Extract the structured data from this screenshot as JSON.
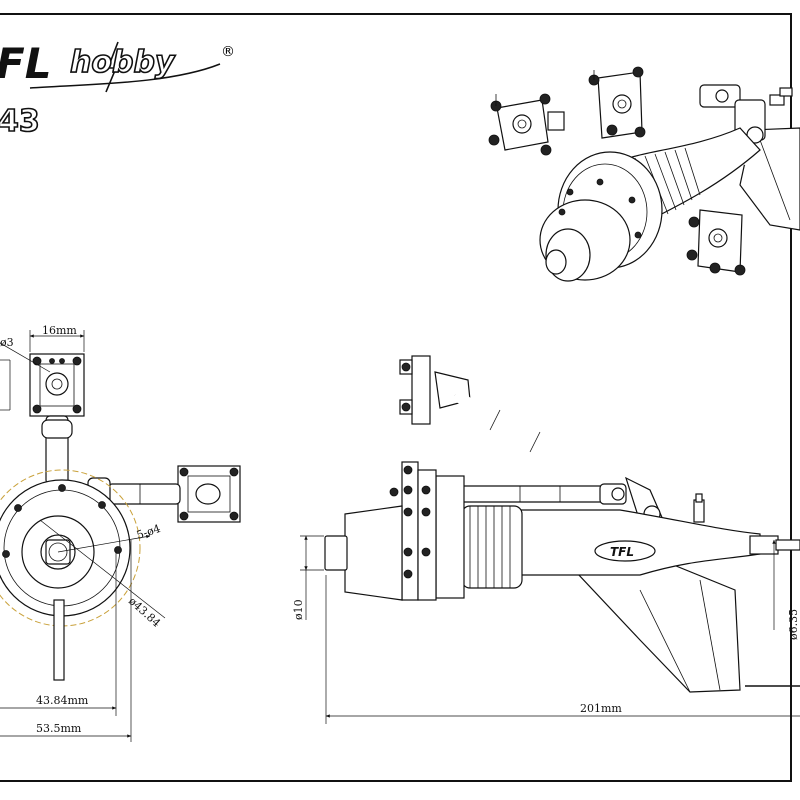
{
  "logo": {
    "brand_main": "FL",
    "brand_script": "hobby",
    "registered": "®",
    "model_fragment": "43"
  },
  "dimensions": {
    "flange_width": "16mm",
    "hole_label_top": "ø3",
    "bolt_holes": "5-ø4",
    "bolt_circle": "ø43.84",
    "inner_width": "43.84mm",
    "outer_width": "53.5mm",
    "shaft_dia": "ø10",
    "output_dia": "ø6.35",
    "overall_length": "201mm",
    "side_badge": "TFL"
  }
}
